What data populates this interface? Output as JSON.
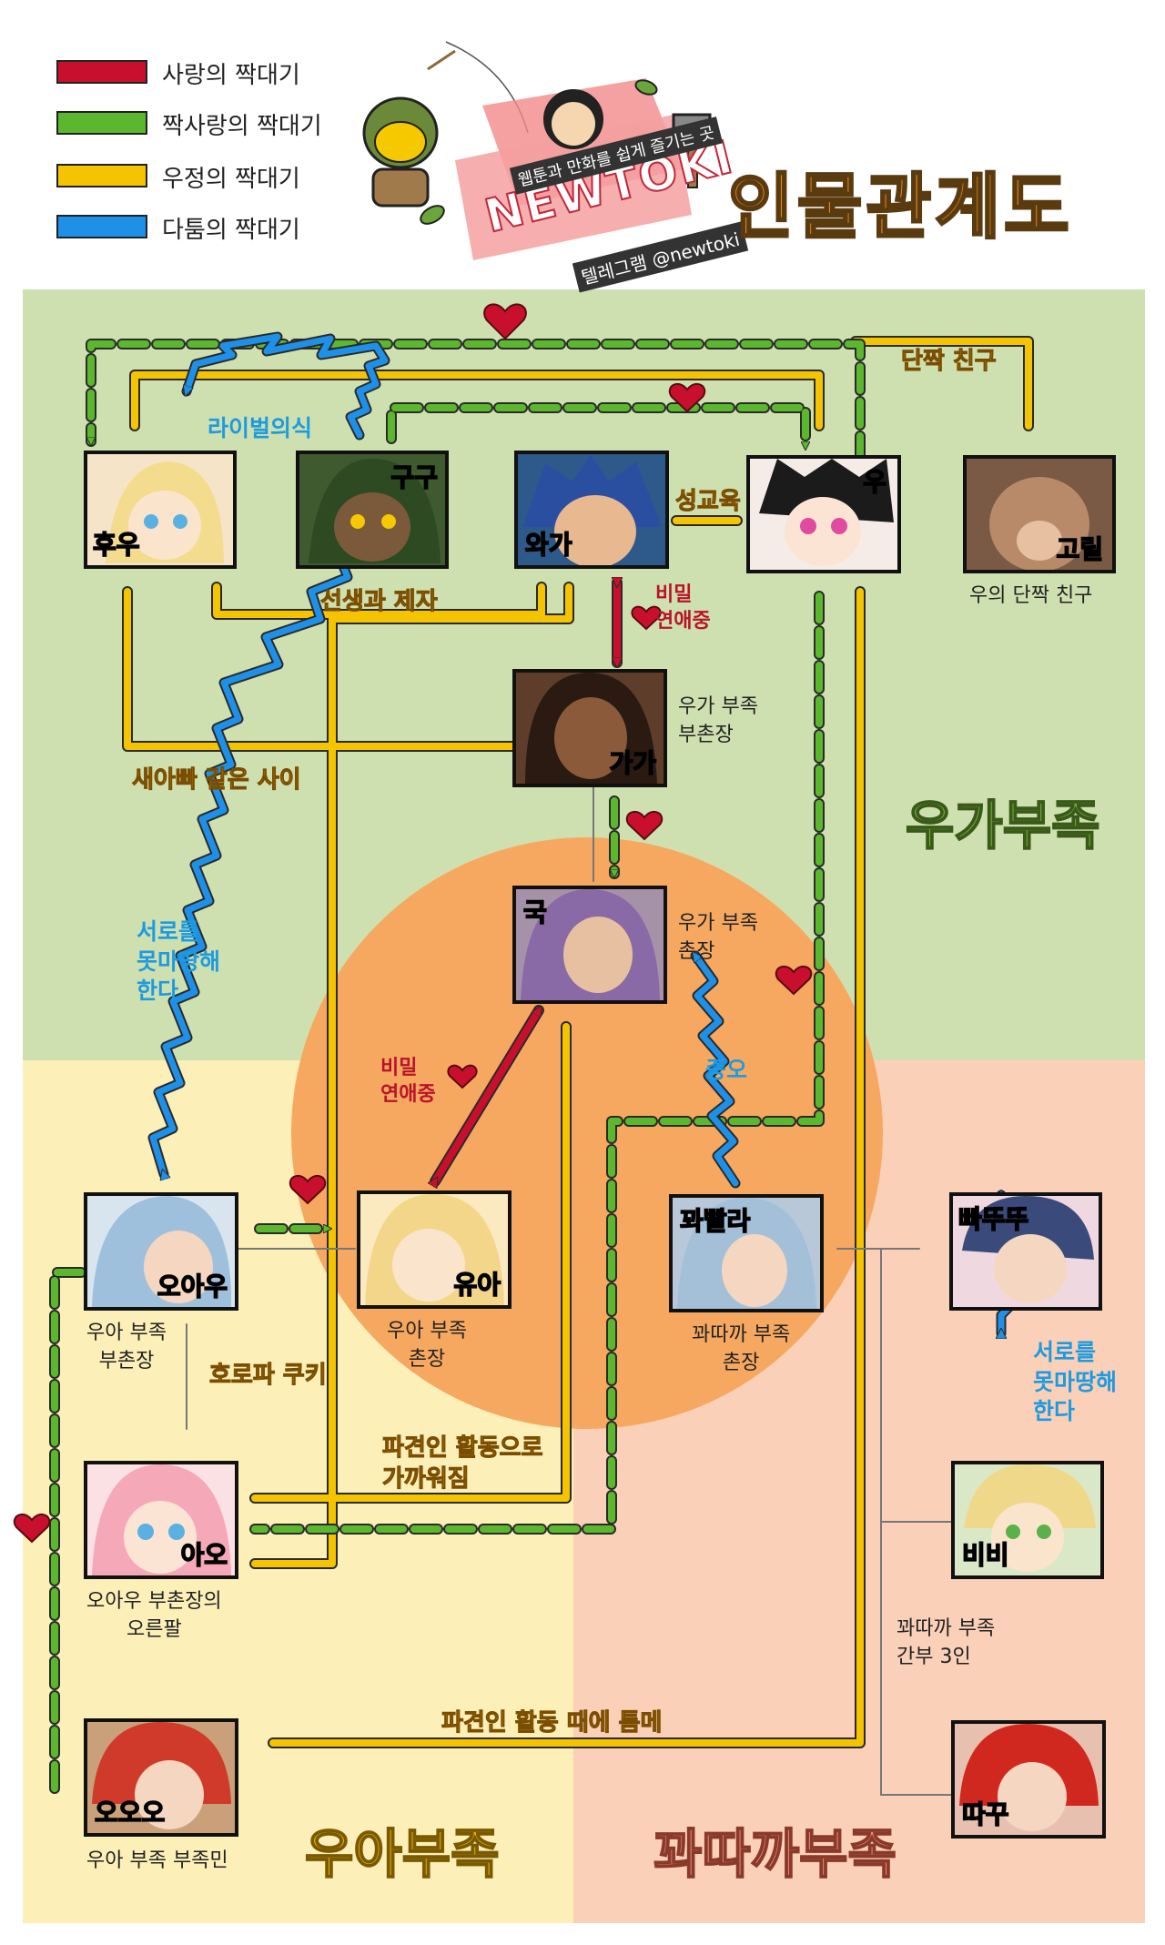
{
  "legend": [
    {
      "label": "사랑의 짝대기",
      "color": "#c8102e"
    },
    {
      "label": "짝사랑의 짝대기",
      "color": "#5bb82e"
    },
    {
      "label": "우정의 짝대기",
      "color": "#f5c400"
    },
    {
      "label": "다툼의 짝대기",
      "color": "#1e90e8"
    }
  ],
  "title": "인물관계도",
  "logo": {
    "name": "NEWTOKI",
    "tagline": "웹툰과 만화를 쉽게 즐기는 곳",
    "telegram": "텔레그램 @newtoki"
  },
  "tribes": {
    "uga": {
      "label": "우가부족",
      "color": "#cfe0b0",
      "text_color": "#7ab53a"
    },
    "ua": {
      "label": "우아부족",
      "color": "#fcefb8",
      "text_color": "#f2b400"
    },
    "kkwa": {
      "label": "꽈따까부족",
      "color": "#fbd0b8",
      "text_color": "#f08a7a"
    },
    "circle": "#f7a860"
  },
  "characters": [
    {
      "name": "후우",
      "caption": "",
      "bg": "#f6e4c8",
      "hair": "#f3dc8e"
    },
    {
      "name": "구구",
      "caption": "",
      "bg": "#3f5a2e",
      "hair": "#2d4a22"
    },
    {
      "name": "와가",
      "caption": "",
      "bg": "#2d5a8a",
      "hair": "#2b4fa0"
    },
    {
      "name": "우",
      "caption": "",
      "bg": "#f5ece8",
      "hair": "#1b1b1b"
    },
    {
      "name": "고릴",
      "caption": "우의 단짝 친구",
      "bg": "#7a5a44",
      "hair": "#5a3e2a"
    },
    {
      "name": "가가",
      "caption": "우가 부족\n부촌장",
      "bg": "#5e3e2a",
      "hair": "#2a1a12"
    },
    {
      "name": "국",
      "caption": "우가 부족\n촌장",
      "bg": "#a692a8",
      "hair": "#8a6aa6"
    },
    {
      "name": "오아우",
      "caption": "우아 부족\n부촌장",
      "bg": "#d8e4ee",
      "hair": "#9fc0dc"
    },
    {
      "name": "유아",
      "caption": "우아 부족\n촌장",
      "bg": "#fbe9c0",
      "hair": "#f3d68a"
    },
    {
      "name": "꽈빨라",
      "caption": "꽈따까 부족\n촌장",
      "bg": "#b8c8d8",
      "hair": "#a4c0d8"
    },
    {
      "name": "빠뚜뚜",
      "caption": "",
      "bg": "#f0d8e0",
      "hair": "#3a4a7a"
    },
    {
      "name": "아오",
      "caption": "오아우 부촌장의\n오른팔",
      "bg": "#fbe0e4",
      "hair": "#f4a8b8"
    },
    {
      "name": "비비",
      "caption": "",
      "bg": "#dbe8c8",
      "hair": "#f0d88a"
    },
    {
      "name": "오오오",
      "caption": "우아 부족 부족민",
      "bg": "#c9a07a",
      "hair": "#d03a2a"
    },
    {
      "name": "따꾸",
      "caption": "",
      "bg": "#e8c0b0",
      "hair": "#d0281e"
    }
  ],
  "relations": {
    "danjjak": "단짝 친구",
    "rival": "라이벌의식",
    "sex_ed": "성교육",
    "teacher": "선생과 제자",
    "secret_love_1": "비밀\n연애중",
    "secret_love_2": "비밀\n연애중",
    "like_dad": "새아빠 같은 사이",
    "mutual_dislike_1": "서로를\n못마땅해\n한다",
    "hatred": "증오",
    "horopa": "호로파 쿠키",
    "envoy_close": "파견인 활동으로\n가까워짐",
    "mutual_dislike_2": "서로를\n못마땅해\n한다",
    "affiliation_2": "꽈따까 부족\n간부 3인",
    "envoy_meet": "파견인 활동 때에 틈메"
  }
}
